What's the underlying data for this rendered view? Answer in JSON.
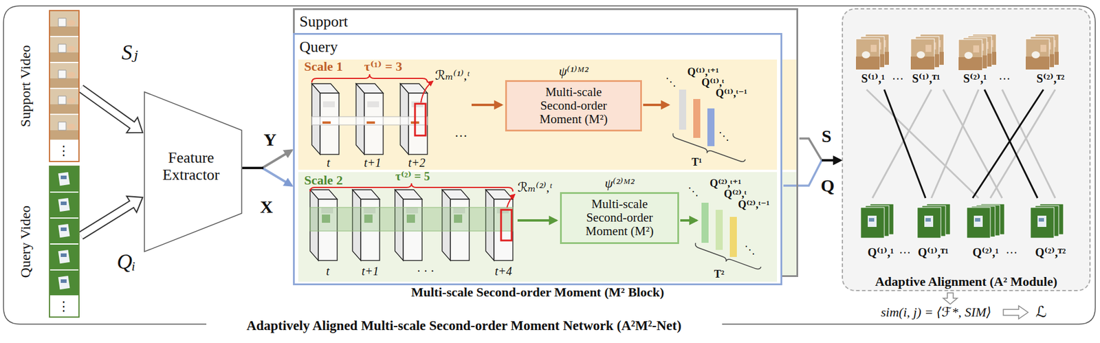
{
  "diagram": {
    "caption": "Adaptively Aligned Multi-scale Second-order Moment Network (A²M²-Net)",
    "nodes": [
      {
        "text": [
          "Support Video"
        ]
      },
      {
        "text": [
          "Query Video"
        ]
      },
      {
        "text": [
          "Feature Extractor"
        ]
      },
      {
        "text": [
          "Support"
        ]
      },
      {
        "text": [
          "Query"
        ]
      },
      {
        "text": [
          "Scale 1"
        ],
        "in": 4
      },
      {
        "text": [
          "ψ⁽¹⁾ᴹ²",
          "Multi-scale Second-order Moment (M²)"
        ],
        "in": 5
      },
      {
        "text": [
          "Scale 2"
        ],
        "in": 4
      },
      {
        "text": [
          "ψ⁽²⁾ᴹ²",
          "Multi-scale Second-order Moment (M²)"
        ],
        "in": 7
      },
      {
        "text": [
          "Adaptive Alignment (A² Module)"
        ]
      }
    ],
    "edges": [
      {
        "from": 0,
        "to": 2,
        "arrow": "to",
        "label": "Sⱼ"
      },
      {
        "from": 1,
        "to": 2,
        "arrow": "to",
        "label": "Qᵢ"
      },
      {
        "from": 2,
        "to": 3,
        "arrow": "to",
        "label": "Y"
      },
      {
        "from": 2,
        "to": 4,
        "arrow": "to",
        "label": "X"
      },
      {
        "from": 3,
        "to": 9,
        "arrow": "to",
        "label": "S"
      },
      {
        "from": 4,
        "to": 9,
        "arrow": "to",
        "label": "Q"
      }
    ],
    "labels": [
      "⋮",
      "⋮",
      "τ⁽¹⁾ = 3",
      "t",
      "t+1",
      "t+2",
      "ℛₘ⁽¹⁾,ᵗ",
      "…",
      "Q⁽¹⁾,ᵗ⁺¹",
      "Q⁽¹⁾,ᵗ",
      "Q⁽¹⁾,ᵗ⁻¹",
      "T¹",
      "⋱",
      "⋱",
      "τ⁽²⁾ = 5",
      "t",
      "t+1",
      "· · ·",
      "t+4",
      "ℛₘ⁽²⁾,ᵗ",
      "Q⁽²⁾,ᵗ⁺¹",
      "Q⁽²⁾,ᵗ",
      "Q⁽²⁾,ᵗ⁻¹",
      "T²",
      "⋱",
      "⋱",
      "Multi-scale Second-order Moment (M² Block)",
      "S⁽¹⁾,¹",
      "…",
      "S⁽¹⁾,ᵀ¹",
      "S⁽²⁾,¹",
      "…",
      "S⁽²⁾,ᵀ²",
      "Q⁽¹⁾,¹",
      "…",
      "Q⁽¹⁾,ᵀ¹",
      "Q⁽²⁾,¹",
      "…",
      "Q⁽²⁾,ᵀ²",
      "sim(i, j) = ⟨ℱ*, SIM⟩",
      "ℒ"
    ]
  }
}
